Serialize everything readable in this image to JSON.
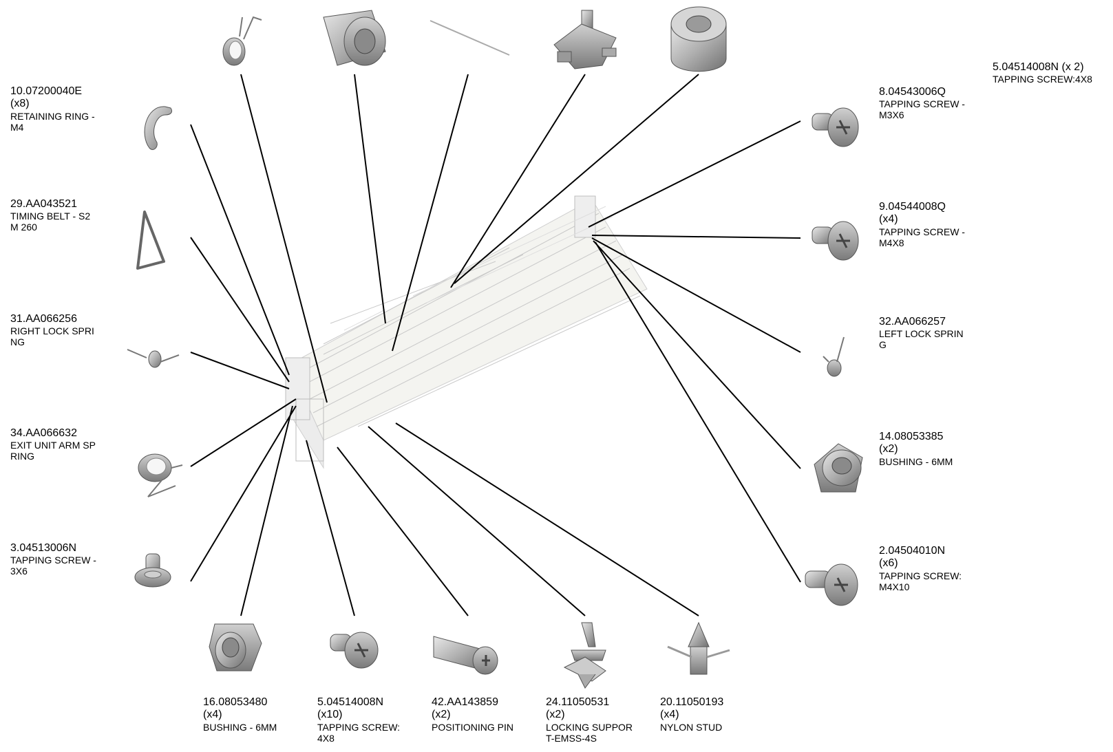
{
  "parts": [
    {
      "id": "p10",
      "pn": "10.07200040E",
      "qty": "(x8)",
      "desc": "RETAINING RING -",
      "desc2": "M4",
      "icon": "retaining-ring-icon"
    },
    {
      "id": "p29",
      "pn": "29.AA043521",
      "qty": "",
      "desc": "TIMING BELT - S2",
      "desc2": "M 260",
      "icon": "timing-belt-icon"
    },
    {
      "id": "p31",
      "pn": "31.AA066256",
      "qty": "",
      "desc": "RIGHT LOCK SPRI",
      "desc2": "NG",
      "icon": "lock-spring-icon"
    },
    {
      "id": "p34",
      "pn": "34.AA066632",
      "qty": "",
      "desc": "EXIT UNIT ARM SP",
      "desc2": "RING",
      "icon": "arm-spring-icon"
    },
    {
      "id": "p3",
      "pn": "3.04513006N",
      "qty": "",
      "desc": "TAPPING SCREW -",
      "desc2": " 3X6",
      "icon": "tapping-screw-icon"
    },
    {
      "id": "p16",
      "pn": "16.08053480",
      "qty": "(x4)",
      "desc": "BUSHING - 6MM",
      "desc2": "",
      "icon": "bushing-icon"
    },
    {
      "id": "p5b",
      "pn": "5.04514008N",
      "qty": "(x10)",
      "desc": "TAPPING SCREW:",
      "desc2": "4X8",
      "icon": "tapping-screw-icon"
    },
    {
      "id": "p42",
      "pn": "42.AA143859",
      "qty": "(x2)",
      "desc": "POSITIONING PIN",
      "desc2": "",
      "icon": "positioning-pin-icon"
    },
    {
      "id": "p24",
      "pn": "24.11050531",
      "qty": "(x2)",
      "desc": "LOCKING SUPPOR",
      "desc2": "T-EMSS-4S",
      "icon": "locking-support-icon"
    },
    {
      "id": "p20",
      "pn": "20.11050193",
      "qty": "(x4)",
      "desc": "NYLON STUD",
      "desc2": "",
      "icon": "nylon-stud-icon"
    },
    {
      "id": "p5a",
      "pn": "5.04514008N (x 2)",
      "qty": "",
      "desc": "TAPPING SCREW:4X8",
      "desc2": "",
      "icon": ""
    },
    {
      "id": "p8",
      "pn": "8.04543006Q",
      "qty": "",
      "desc": "TAPPING SCREW -",
      "desc2": " M3X6",
      "icon": "tapping-screw-icon"
    },
    {
      "id": "p9",
      "pn": "9.04544008Q",
      "qty": "(x4)",
      "desc": "TAPPING SCREW -",
      "desc2": " M4X8",
      "icon": "tapping-screw-icon"
    },
    {
      "id": "p32",
      "pn": "32.AA066257",
      "qty": "",
      "desc": "LEFT LOCK SPRIN",
      "desc2": "G",
      "icon": "lock-spring-icon"
    },
    {
      "id": "p14",
      "pn": "14.08053385",
      "qty": "(x2)",
      "desc": "BUSHING - 6MM",
      "desc2": "",
      "icon": "bushing-icon"
    },
    {
      "id": "p2",
      "pn": "2.04504010N",
      "qty": "(x6)",
      "desc": "TAPPING SCREW:",
      "desc2": "M4X10",
      "icon": "tapping-screw-icon"
    }
  ]
}
